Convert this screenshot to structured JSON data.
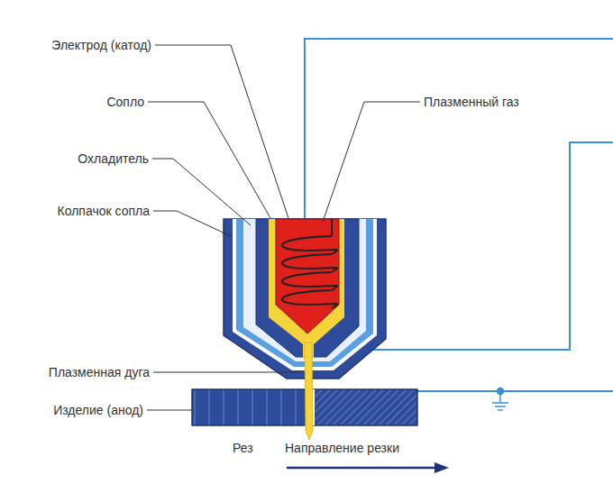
{
  "diagram": {
    "labels": [
      "Электрод (катод)",
      "Сопло",
      "Охладитель",
      "Колпачок сопла",
      "Плазменный газ",
      "Плазменная дуга",
      "Изделие (анод)",
      "Рез",
      "Направление резки"
    ]
  }
}
